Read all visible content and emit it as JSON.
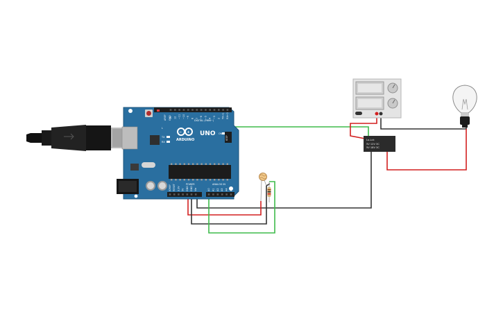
{
  "board": {
    "brand": "ARDUINO",
    "model": "UNO",
    "digital_label": "DIGITAL (PWM~)",
    "power_label": "POWER",
    "analog_label": "ANALOG IN",
    "icsp_label": "ICSP",
    "aref_label": "AREF",
    "gnd_label": "GND",
    "tx_label": "TX",
    "rx_label": "RX",
    "l_label": "L",
    "on_label": "ON",
    "digital_pins": [
      "13",
      "12",
      "~11",
      "~10",
      "~9",
      "8",
      "7",
      "~6",
      "~5",
      "4",
      "~3",
      "2",
      "TX→1",
      "RX←0"
    ],
    "power_pins": [
      "IOREF",
      "RESET",
      "3.3V",
      "5V",
      "GND",
      "GND",
      "Vin"
    ],
    "analog_pins": [
      "A0",
      "A1",
      "A2",
      "A3",
      "A4",
      "A5"
    ]
  },
  "relay": {
    "line1": "Lo-Lck",
    "line2": "5V  12V  3C",
    "line3": "5V  18V  3C"
  },
  "colors": {
    "board": "#2a6fa0",
    "board_edge": "#1d557c",
    "wire_red": "#d21f1f",
    "wire_black": "#333333",
    "wire_green": "#3dbb4a",
    "relay": "#2b2b2b",
    "supply": "#e4e4e4"
  },
  "icons": {
    "usb_cable": "usb-cable-icon",
    "light_bulb": "light-bulb-icon",
    "photoresistor": "photoresistor-icon",
    "resistor": "resistor-icon",
    "power_supply": "power-supply-icon",
    "relay": "relay-icon"
  }
}
